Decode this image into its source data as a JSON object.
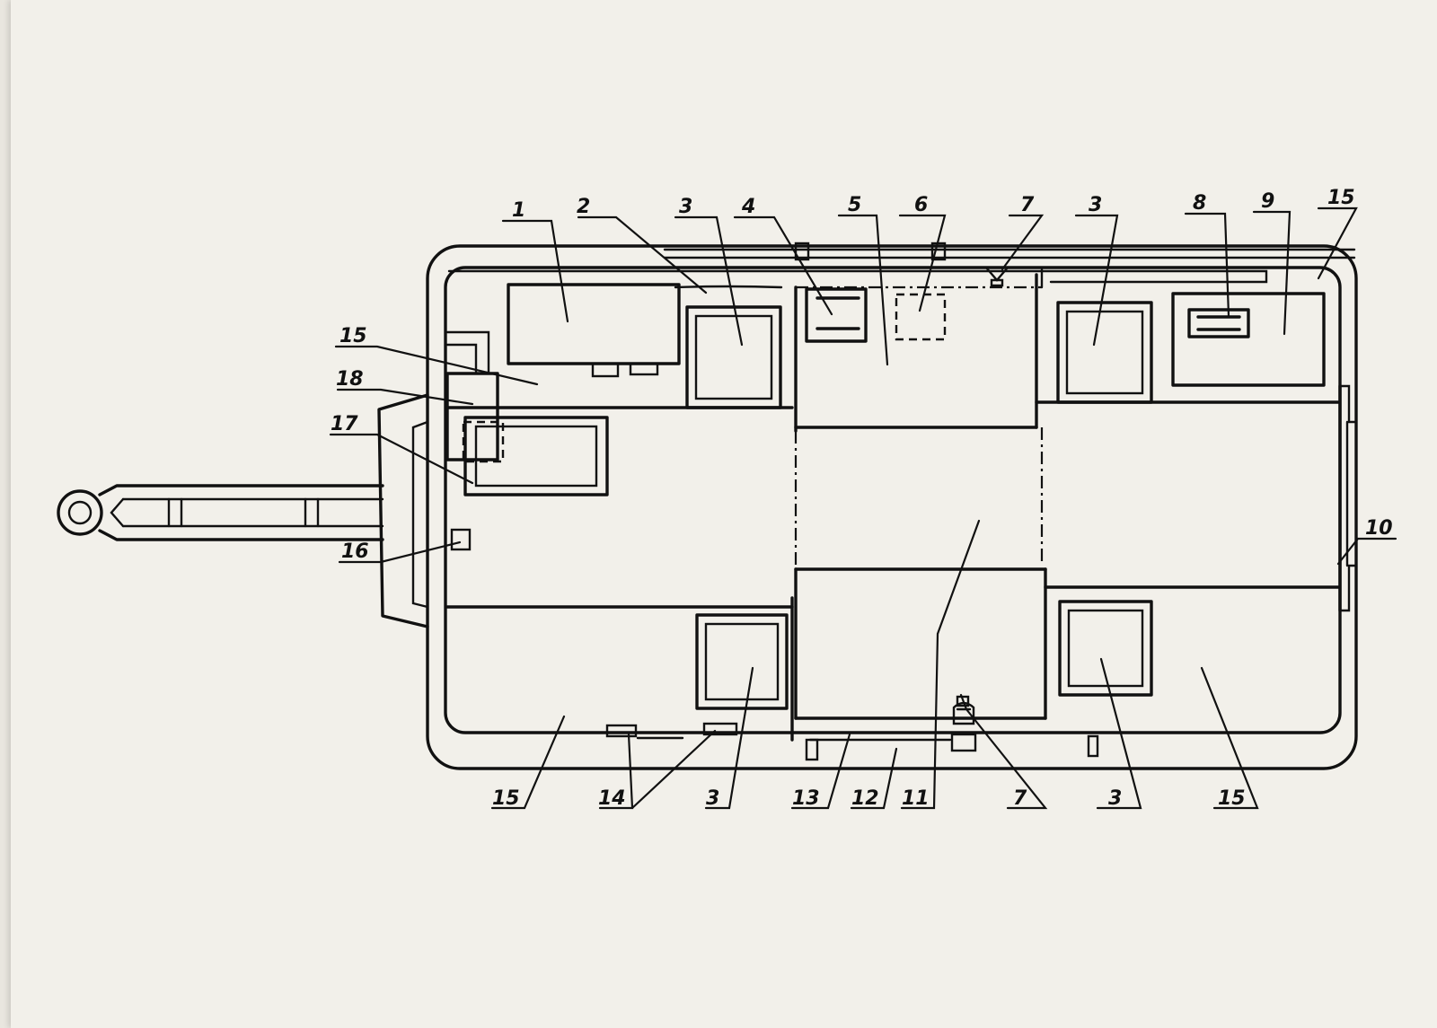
{
  "callouts": {
    "c1": "1",
    "c2": "2",
    "c3a": "3",
    "c4": "4",
    "c5": "5",
    "c6": "6",
    "c7a": "7",
    "c3b": "3",
    "c8": "8",
    "c9": "9",
    "c15a": "15",
    "c15b": "15",
    "c18": "18",
    "c17": "17",
    "c16": "16",
    "c10": "10",
    "c15c": "15",
    "c14": "14",
    "c3c": "3",
    "c13": "13",
    "c12": "12",
    "c11": "11",
    "c7b": "7",
    "c3d": "3",
    "c15d": "15"
  }
}
